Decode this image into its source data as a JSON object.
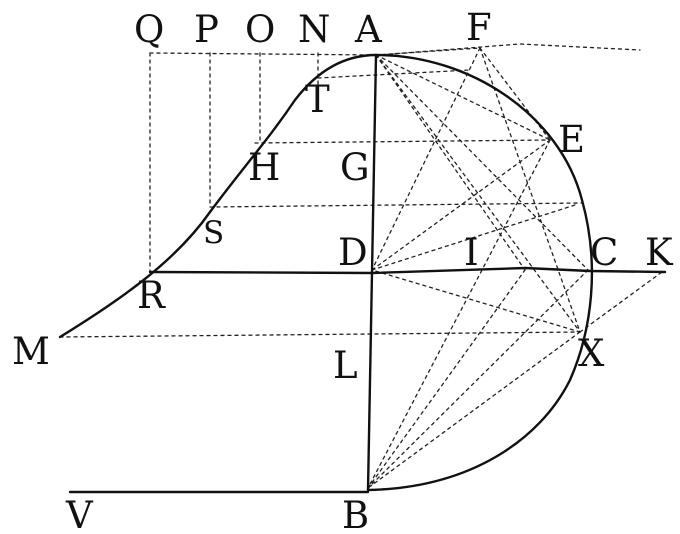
{
  "labels": {
    "Q": "Q",
    "P": "P",
    "O": "O",
    "N": "N",
    "A": "A",
    "F": "F",
    "T": "T",
    "E": "E",
    "H": "H",
    "G": "G",
    "S": "S",
    "D": "D",
    "I": "I",
    "C": "C",
    "K": "K",
    "R": "R",
    "M": "M",
    "L": "L",
    "X": "X",
    "V": "V",
    "B": "B"
  }
}
